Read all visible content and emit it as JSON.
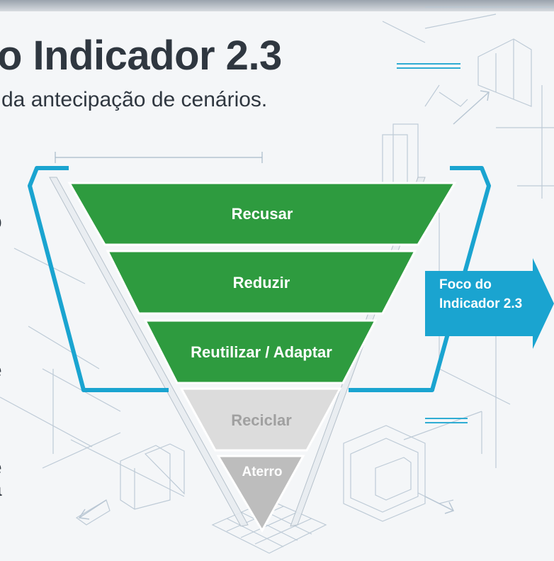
{
  "header": {
    "title": "o Indicador 2.3",
    "subtitle": "da antecipação de cenários."
  },
  "edge_fragments": [
    "o",
    "e",
    "e",
    "a"
  ],
  "hierarchy": {
    "levels": [
      {
        "label": "Recusar",
        "state": "focus",
        "color": "#2e9b3f"
      },
      {
        "label": "Reduzir",
        "state": "focus",
        "color": "#2e9b3f"
      },
      {
        "label": "Reutilizar / Adaptar",
        "state": "focus",
        "color": "#2e9b3f"
      },
      {
        "label": "Reciclar",
        "state": "muted",
        "color": "#dcdcdc"
      },
      {
        "label": "Aterro",
        "state": "muted",
        "color": "#bdbdbd"
      }
    ]
  },
  "callout": {
    "line1": "Foco do",
    "line2": "Indicador 2.3",
    "color": "#1aa4d0"
  },
  "colors": {
    "bracket": "#1aa4d0",
    "focus_text": "#ffffff",
    "muted_text": "#a0a0a0",
    "sketch": "#b8c6d3"
  }
}
